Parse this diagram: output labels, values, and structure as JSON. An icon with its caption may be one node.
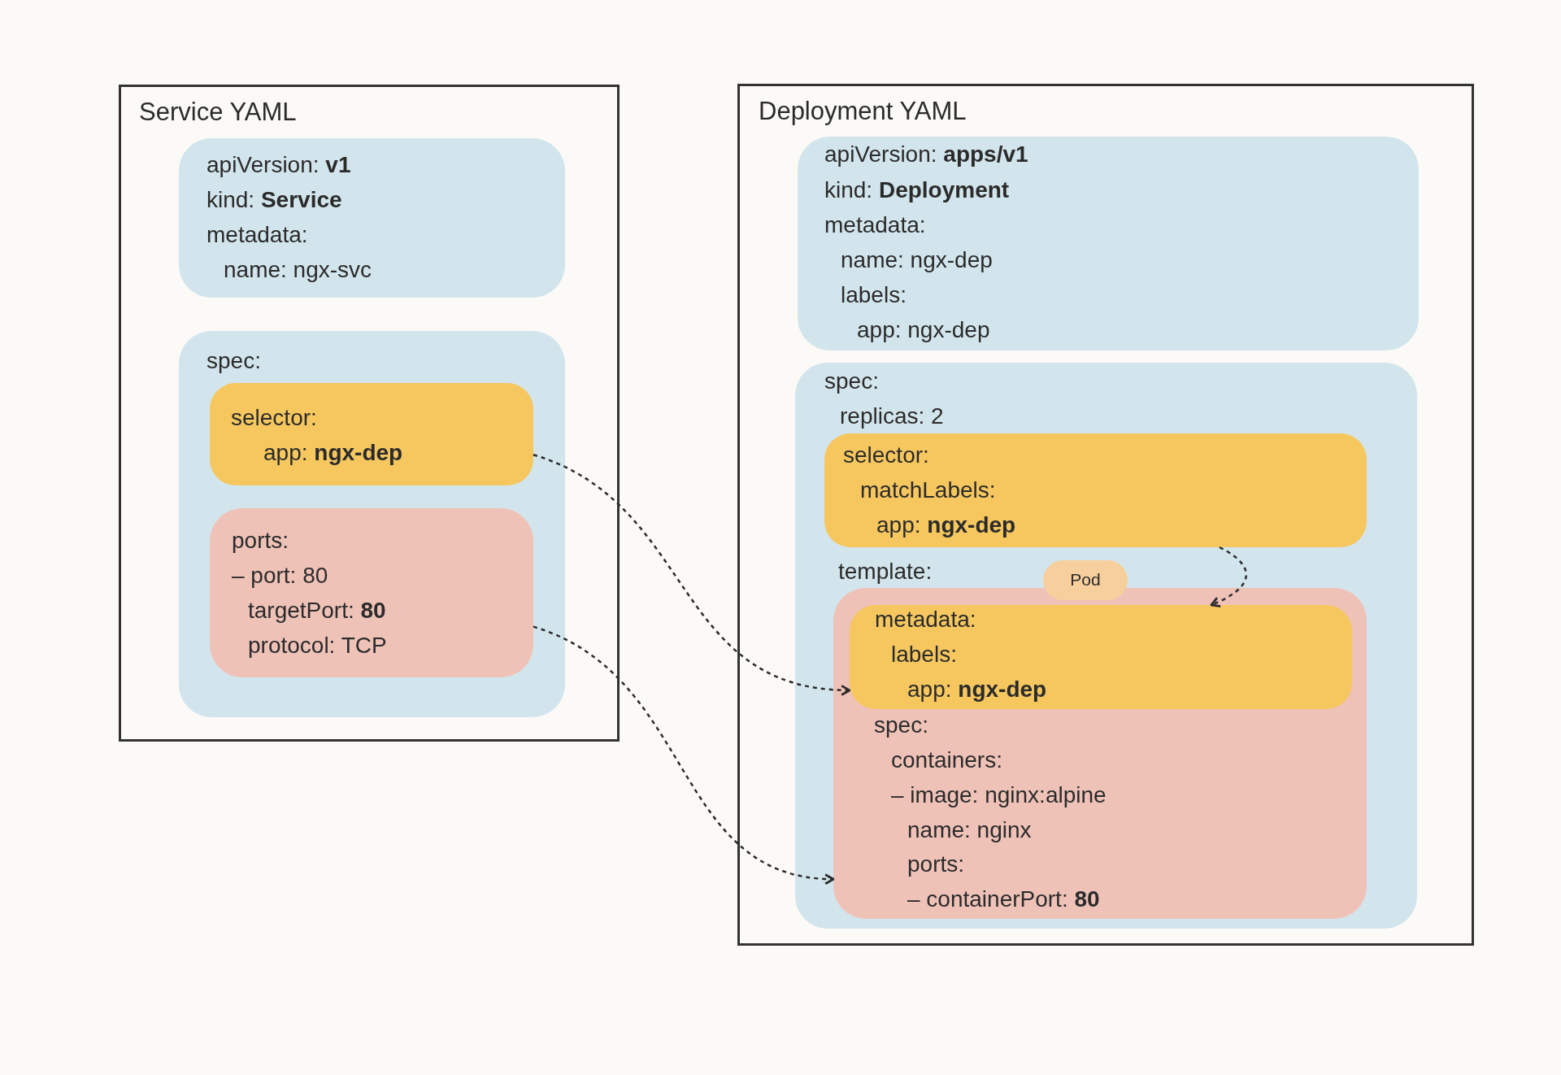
{
  "diagram": {
    "nodes": [
      {
        "text": [
          "Service YAML"
        ]
      },
      {
        "text": [
          "apiVersion: **v1**",
          "kind: **Service**",
          "metadata:",
          "name: ngx-svc"
        ],
        "in": 0
      },
      {
        "text": [
          "spec:"
        ],
        "in": 0
      },
      {
        "text": [
          "selector:",
          "app: **ngx-dep**"
        ],
        "in": 2
      },
      {
        "text": [
          "ports:",
          "– port: 80",
          "targetPort: **80**",
          "protocol: TCP"
        ],
        "in": 2
      },
      {
        "text": [
          "Deployment YAML"
        ]
      },
      {
        "text": [
          "apiVersion: **apps/v1**",
          "kind: **Deployment**",
          "metadata:",
          "name: ngx-dep",
          "labels:",
          "app: ngx-dep"
        ],
        "in": 5
      },
      {
        "text": [
          "spec:",
          "replicas: 2",
          "template:"
        ],
        "in": 5
      },
      {
        "text": [
          "selector:",
          "matchLabels:",
          "app: **ngx-dep**"
        ],
        "in": 7
      },
      {
        "text": [
          "Pod"
        ],
        "in": 7
      },
      {
        "text": [
          "spec:",
          "containers:",
          "– image: nginx:alpine",
          "name: nginx",
          "ports:",
          "– containerPort: **80**"
        ],
        "in": 7
      },
      {
        "text": [
          "metadata:",
          "labels:",
          "app: **ngx-dep**"
        ],
        "in": 10
      }
    ],
    "edges": [
      {
        "from": 3,
        "to": 11,
        "arrow": "to",
        "style": "dashed"
      },
      {
        "from": 4,
        "to": 10,
        "arrow": "to",
        "style": "dashed"
      },
      {
        "from": 8,
        "to": 11,
        "arrow": "to",
        "style": "dashed"
      }
    ]
  }
}
